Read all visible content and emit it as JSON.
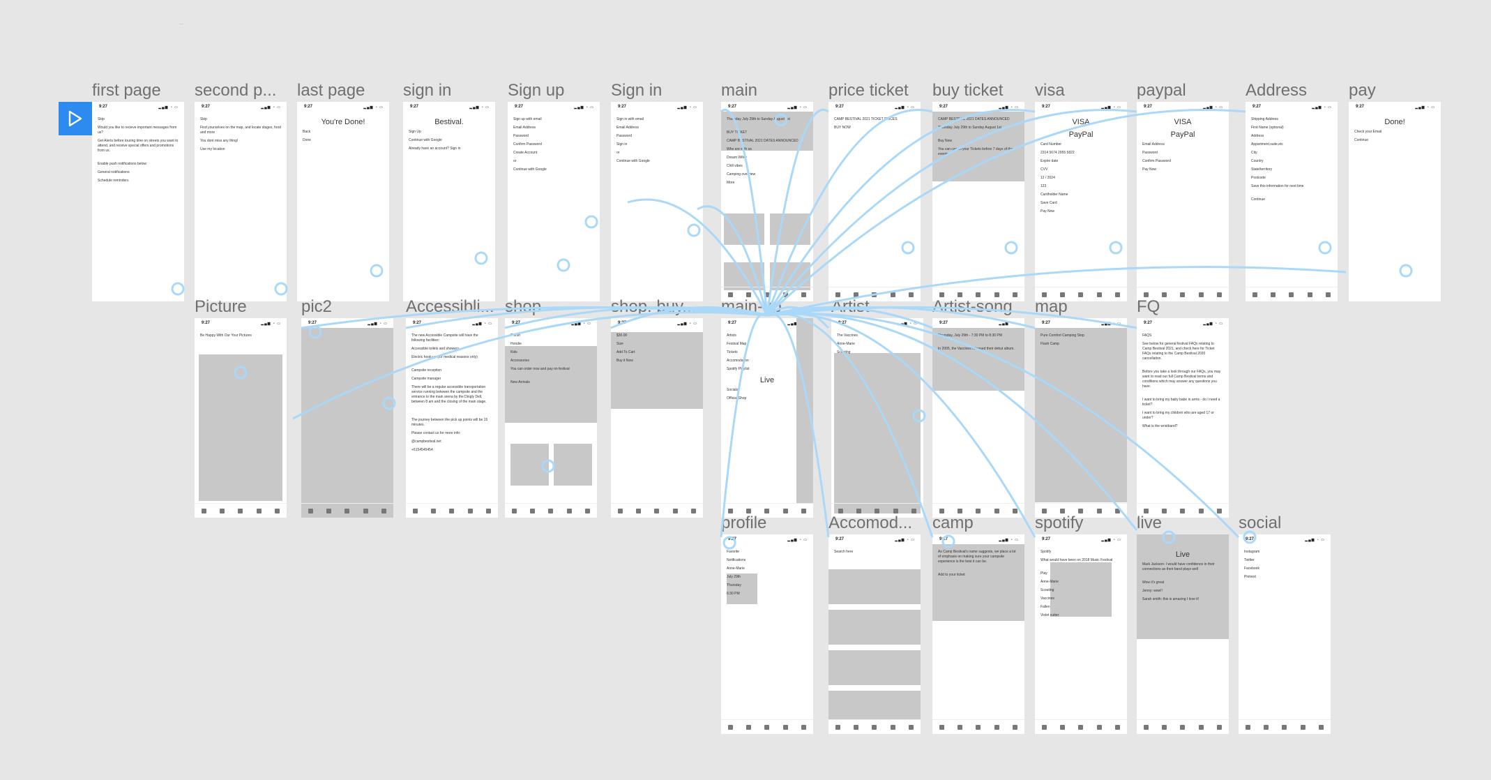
{
  "canvas": {
    "tiny_mark": "..."
  },
  "status": {
    "time": "9:27"
  },
  "colors": {
    "background": "#e6e6e6",
    "accent": "#2d8bf0",
    "link": "#a9d8f8"
  },
  "play_icon": "play-triangle-icon",
  "frames": [
    {
      "id": "first-page",
      "label": "first page",
      "texts": [
        "Skip",
        "Would you like to recieve important messages from us?",
        "Get Alerts before touring time on streets you want to attend, and receive special offers and promotions from us.",
        "Enable push notifications below",
        "General notifications",
        "Schedule reminders"
      ]
    },
    {
      "id": "second-page",
      "label": "second p...",
      "texts": [
        "Skip",
        "Find yourselves on the map, and locate stages, food and more",
        "You dont miss any thing!",
        "Use my location"
      ]
    },
    {
      "id": "last-page",
      "label": "last page",
      "texts": [
        "You're Done!",
        "Back",
        "Done"
      ]
    },
    {
      "id": "sign-in",
      "label": "sign in",
      "texts": [
        "Bestival.",
        "Sign Up",
        "Continue with Google",
        "Already have an account? Sign in"
      ]
    },
    {
      "id": "sign-up",
      "label": "Sign up",
      "texts": [
        "Sign up with email",
        "Email Address",
        "Password",
        "Confirm Password",
        "Create Account",
        "or",
        "Continue with Google"
      ]
    },
    {
      "id": "sign-in-2",
      "label": "Sign in",
      "texts": [
        "Sign in with email",
        "Email Address",
        "Password",
        "Sign in",
        "or",
        "Continue with Google"
      ]
    },
    {
      "id": "main",
      "label": "main",
      "texts": [
        "Thursday July 29th to Sunday August 1st",
        "BUY TICKET",
        "CAMP BESTIVAL 2021 DATES ANNOUNCED",
        "Who are with us",
        "Dream Wifey",
        "Chill vibes",
        "Camping overview",
        "More"
      ]
    },
    {
      "id": "price-ticket",
      "label": "price ticket",
      "texts": [
        "CAMP BESTIVAL 2021 TICKET PRICES",
        "BUY NOW"
      ]
    },
    {
      "id": "buy-ticket",
      "label": "buy ticket",
      "texts": [
        "CAMP BESTIVAL 2021 DATES ANNOUNCED",
        "Thursday July 29th to Sunday August 1st",
        "Buy Now",
        "You can cancel your Tickets before 7 days of the events."
      ]
    },
    {
      "id": "visa",
      "label": "visa",
      "texts": [
        "VISA",
        "PayPal",
        "Card Number",
        "2314   5674   2955   5822",
        "Expire date",
        "CVV",
        "12 / 2024",
        "123",
        "Cardholder Name",
        "Save Card",
        "Pay Now"
      ]
    },
    {
      "id": "paypal",
      "label": "paypal",
      "texts": [
        "VISA",
        "PayPal",
        "Email Address",
        "Password",
        "Confirm Password",
        "Pay Now"
      ]
    },
    {
      "id": "address",
      "label": "Address",
      "texts": [
        "Shipping Address",
        "First Name (optional)",
        "Address",
        "Appartment,suite,etc",
        "City",
        "Country",
        "State/territory",
        "Postcode",
        "Save this information for next time",
        "Continue"
      ]
    },
    {
      "id": "pay",
      "label": "pay",
      "texts": [
        "Done!",
        "Check your Email",
        "Continue"
      ]
    },
    {
      "id": "picture",
      "label": "Picture",
      "texts": [
        "Be Happy With Our Your Pictures"
      ]
    },
    {
      "id": "pic2",
      "label": "pic2",
      "texts": []
    },
    {
      "id": "accessibility",
      "label": "Accessibli...",
      "texts": [
        "The new Accessible Campsite will have the following facilities:",
        "Accessible toilets and showers",
        "Electric hook-up (for medical reasons only)",
        "Campsite reception",
        "Campsite manager",
        "There will be a regular accessible transportation service running between the campsite and the entrance to the main arena by the Dingly Dell, between 8 am and the closing of the main stage.",
        "The journey between the pick up points will be 15 minutes.",
        "Please contact us for more info:",
        "@campbestival.net",
        "+6154545454"
      ]
    },
    {
      "id": "shop",
      "label": "shop",
      "texts": [
        "T-shirt",
        "Hoodie",
        "Kids",
        "Accessories",
        "You can order now and pay on festival",
        "New Arrivals"
      ]
    },
    {
      "id": "shop-buy",
      "label": "shop. buy...",
      "texts": [
        "$30.00",
        "Size",
        "Add To Cart",
        "Buy it Now"
      ]
    },
    {
      "id": "main-up",
      "label": "main-up",
      "texts": [
        "Artists",
        "Festival Map",
        "Tickets",
        "Accomodation",
        "Spotify Playlist",
        "Live",
        "Socials",
        "Official Shop"
      ]
    },
    {
      "id": "artist",
      "label": "Artist",
      "texts": [
        "The Vaccines",
        "Anne-Marie",
        "Scouting"
      ]
    },
    {
      "id": "artist-song",
      "label": "Artist-song",
      "texts": [
        "Thursday, July 29th - 7:30 PM to 8:30 PM",
        "In 2005, the Vaccines released their debut album."
      ]
    },
    {
      "id": "map",
      "label": "map",
      "texts": [
        "Pure Comfort Camping Stop",
        "Flash Camp"
      ]
    },
    {
      "id": "fq",
      "label": "FQ",
      "texts": [
        "FAQS",
        "See below for general festival FAQs relating to Camp Bestival 2021, and check here for Ticket FAQs relating to the Camp Bestival 2020 cancellation.",
        "Before you take a look through our FAQs, you may want to read our full Camp Bestival terms and conditions which may answer any questions you have.",
        "I want to bring my baby babe in arms - do I need a ticket?",
        "I want to bring my children who are aged 17 or under?",
        "What is the wristband?"
      ]
    },
    {
      "id": "profile",
      "label": "profile",
      "texts": [
        "Favorite",
        "Notifications",
        "Anne-Marie",
        "July 29th",
        "Thursday",
        "6:30 PM"
      ]
    },
    {
      "id": "accomodation",
      "label": "Accomod...",
      "texts": [
        "Search here"
      ]
    },
    {
      "id": "camp",
      "label": "camp",
      "texts": [
        "As Camp Bestival's name suggests, we place a lot of emphasis on making sure your campsite experience is the best it can be.",
        "Add to your ticket"
      ]
    },
    {
      "id": "spotify",
      "label": "spotify",
      "texts": [
        "Spotify",
        "What would have been on 2018 Music Festival",
        "Play",
        "Anne-Marie",
        "Scouting",
        "Vaccines",
        "Fallen",
        "Violet cutter"
      ]
    },
    {
      "id": "live",
      "label": "live",
      "texts": [
        "Live",
        "Mark Jackson: I would have confidence in their connections as their band plays well",
        "Wow it's great",
        "Jenny: wow!!",
        "Sarah smith: this is amazing I love it!"
      ]
    },
    {
      "id": "social",
      "label": "social",
      "texts": [
        "Instagram",
        "Twitter",
        "Facebook",
        "Pintrest"
      ]
    }
  ]
}
